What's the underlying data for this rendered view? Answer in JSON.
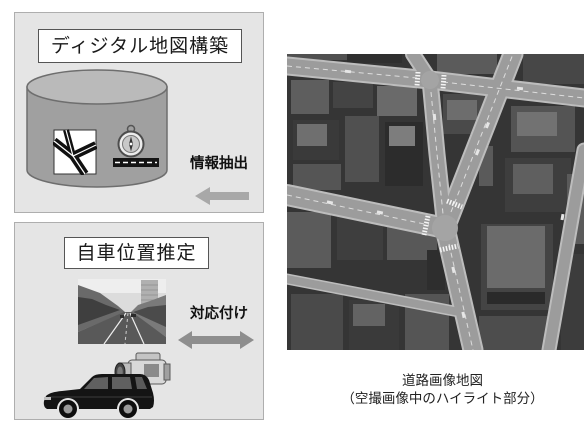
{
  "digital_map_panel": {
    "title": "ディジタル地図構築",
    "info_extraction_label": "情報抽出",
    "icons": [
      "database-icon",
      "map-icon",
      "compass-icon",
      "road-icon",
      "left-arrow-icon"
    ]
  },
  "self_position_panel": {
    "title": "自車位置推定",
    "matching_label": "対応付け",
    "icons": [
      "double-arrow-icon",
      "video-camera-icon",
      "car-icon"
    ]
  },
  "road_image_map": {
    "caption_title": "道路画像地図",
    "caption_note": "（空撮画像中のハイライト部分）"
  },
  "colors": {
    "panel_background": "#e5e5e5",
    "arrow": "#a8a8a8",
    "highlighted_road": "#9c9c9c"
  }
}
